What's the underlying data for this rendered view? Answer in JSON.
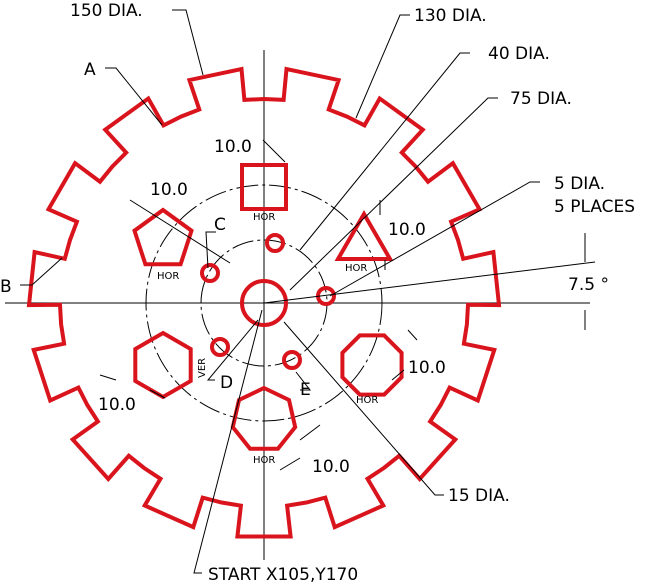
{
  "labels": {
    "dia150": "150 DIA.",
    "dia130": "130 DIA.",
    "dia40": "40 DIA.",
    "dia75": "75 DIA.",
    "dia5": "5 DIA.",
    "places5": "5 PLACES",
    "angle": "7.5 °",
    "dia15": "15 DIA.",
    "start": "START X105,Y170",
    "a": "A",
    "b": "B",
    "c": "C",
    "d": "D",
    "e": "E",
    "dim_square": "10.0",
    "dim_pentagon": "10.0",
    "dim_triangle": "10.0",
    "dim_hexagon": "10.0",
    "dim_octagon": "10.0",
    "dim_heptagon": "10.0",
    "hor_square": "HOR",
    "hor_pentagon": "HOR",
    "hor_triangle": "HOR",
    "ver_hexagon": "VER",
    "hor_octagon": "HOR",
    "hor_heptagon": "HOR"
  },
  "colors": {
    "part": "#d9141c",
    "line": "#000000"
  }
}
